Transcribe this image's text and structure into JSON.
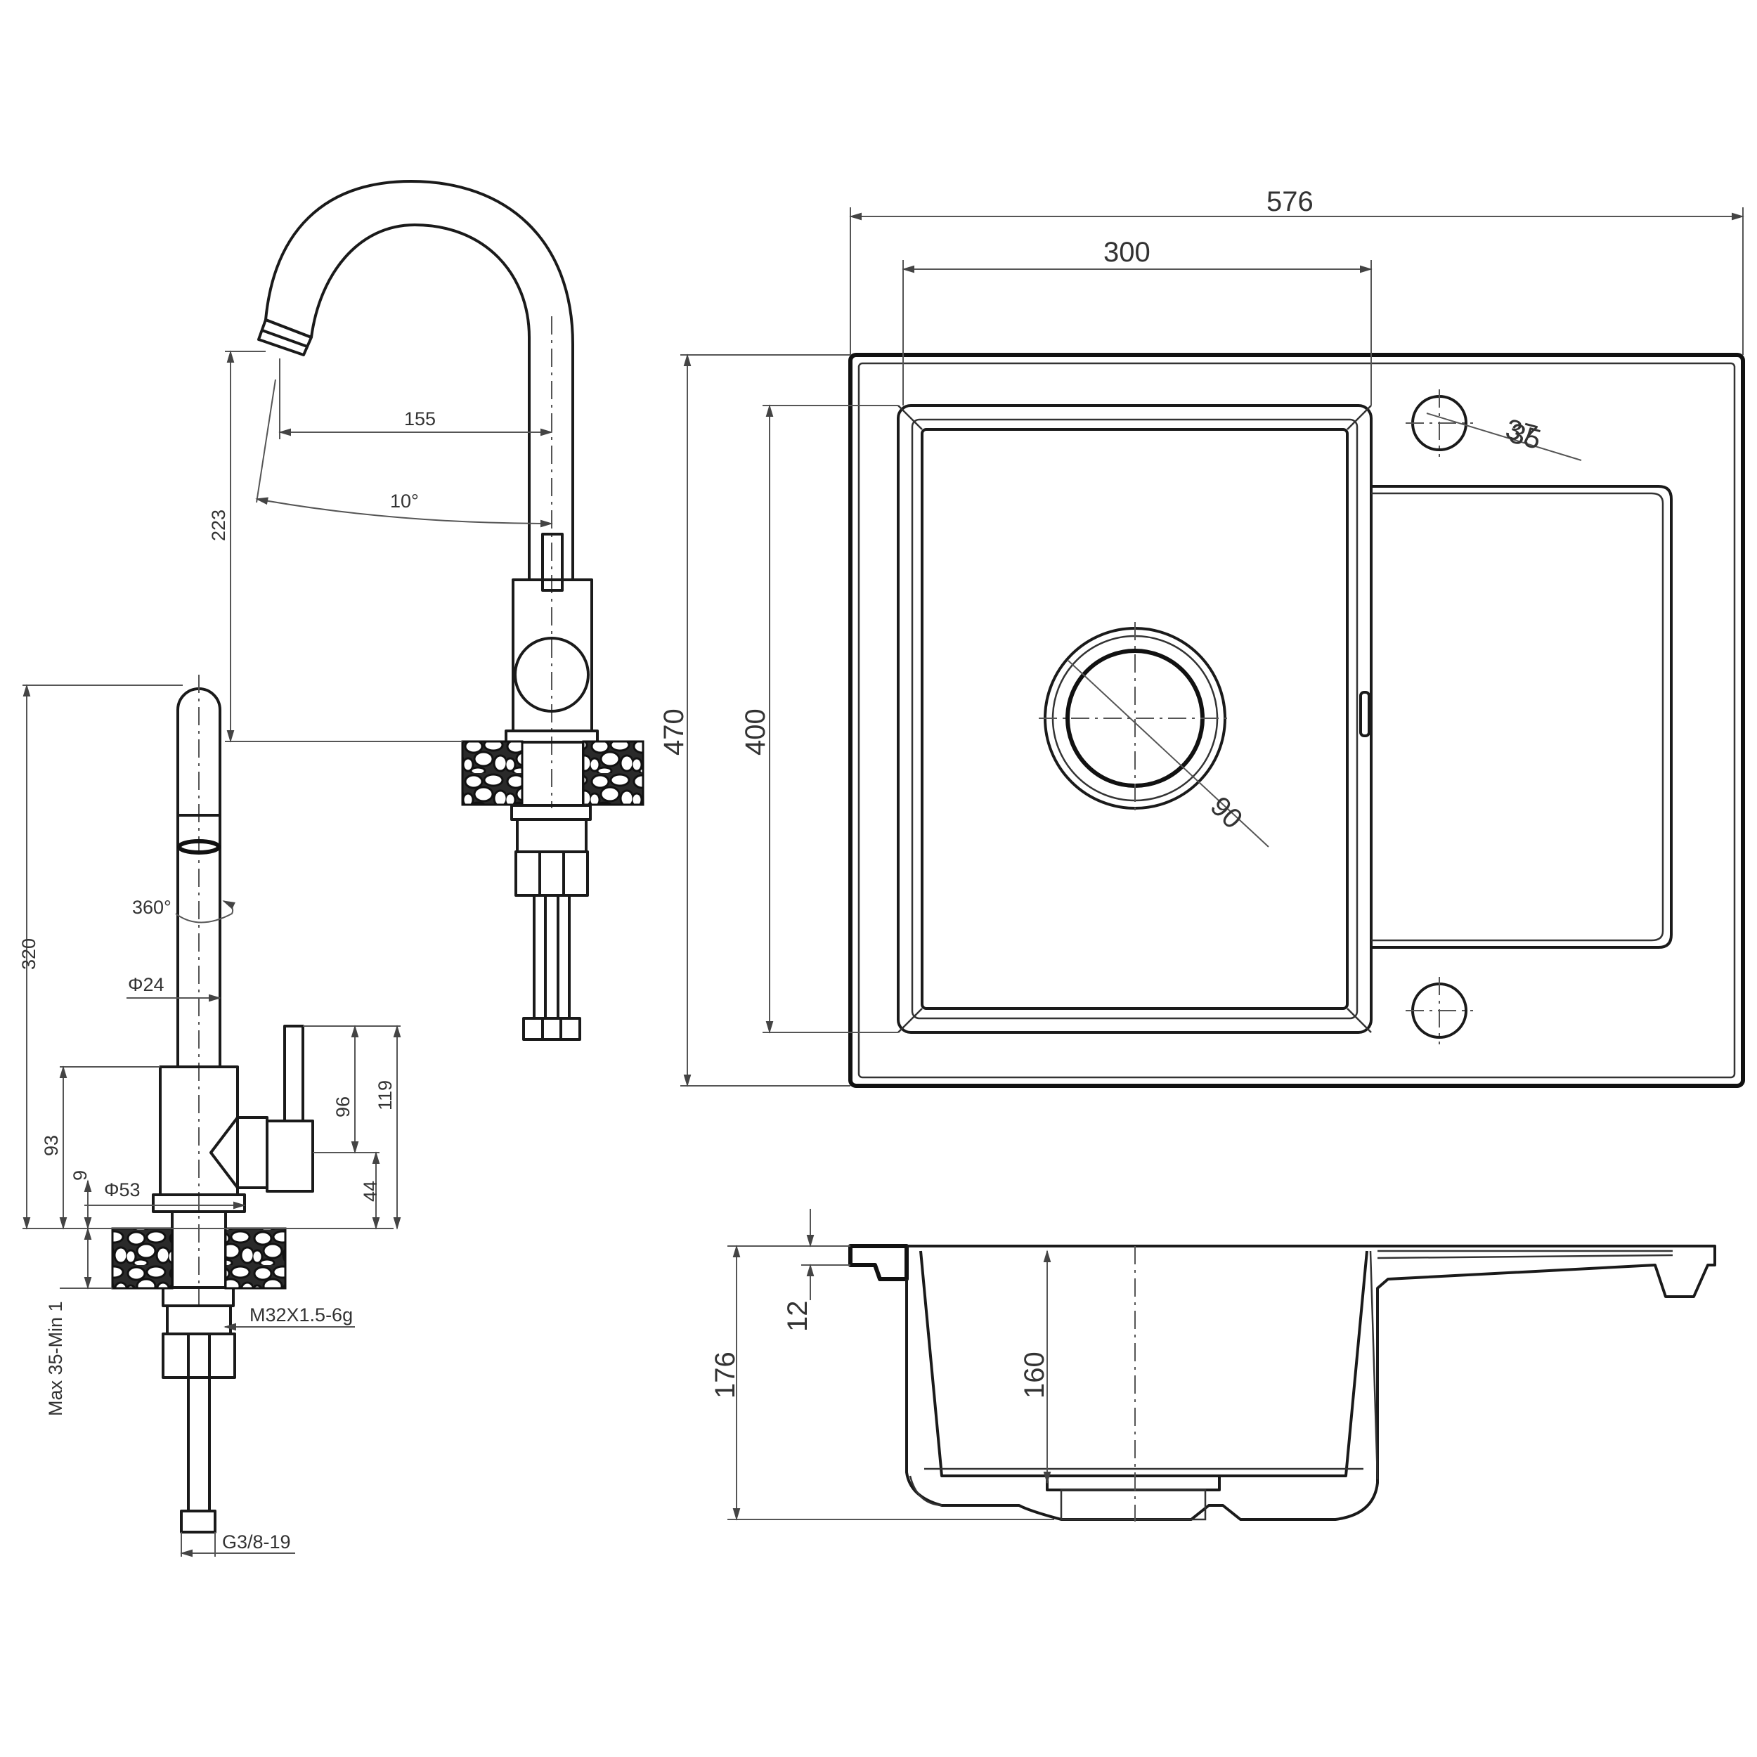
{
  "faucet_side": {
    "height_overall": "320",
    "body_height": "93",
    "base_ring_height": "9",
    "base_diameter": "Φ53",
    "spout_diameter": "Φ24",
    "rotation": "360°",
    "handle_height_low": "96",
    "handle_height_high": "119",
    "handle_axis_height": "44",
    "countertop_thickness": "Max 35-Min 1",
    "thread_spec": "M32X1.5-6g",
    "hose_connector": "G3/8-19"
  },
  "faucet_front": {
    "spout_reach": "155",
    "spout_height": "223",
    "tilt_angle": "10°"
  },
  "sink_top": {
    "overall_width": "576",
    "bowl_width": "300",
    "overall_depth": "470",
    "bowl_depth": "400",
    "drain_diameter": "90",
    "tap_hole_label_a": "37",
    "tap_hole_label_b": "35"
  },
  "sink_section": {
    "overall_height": "176",
    "bowl_height": "160",
    "rim_height": "12"
  }
}
